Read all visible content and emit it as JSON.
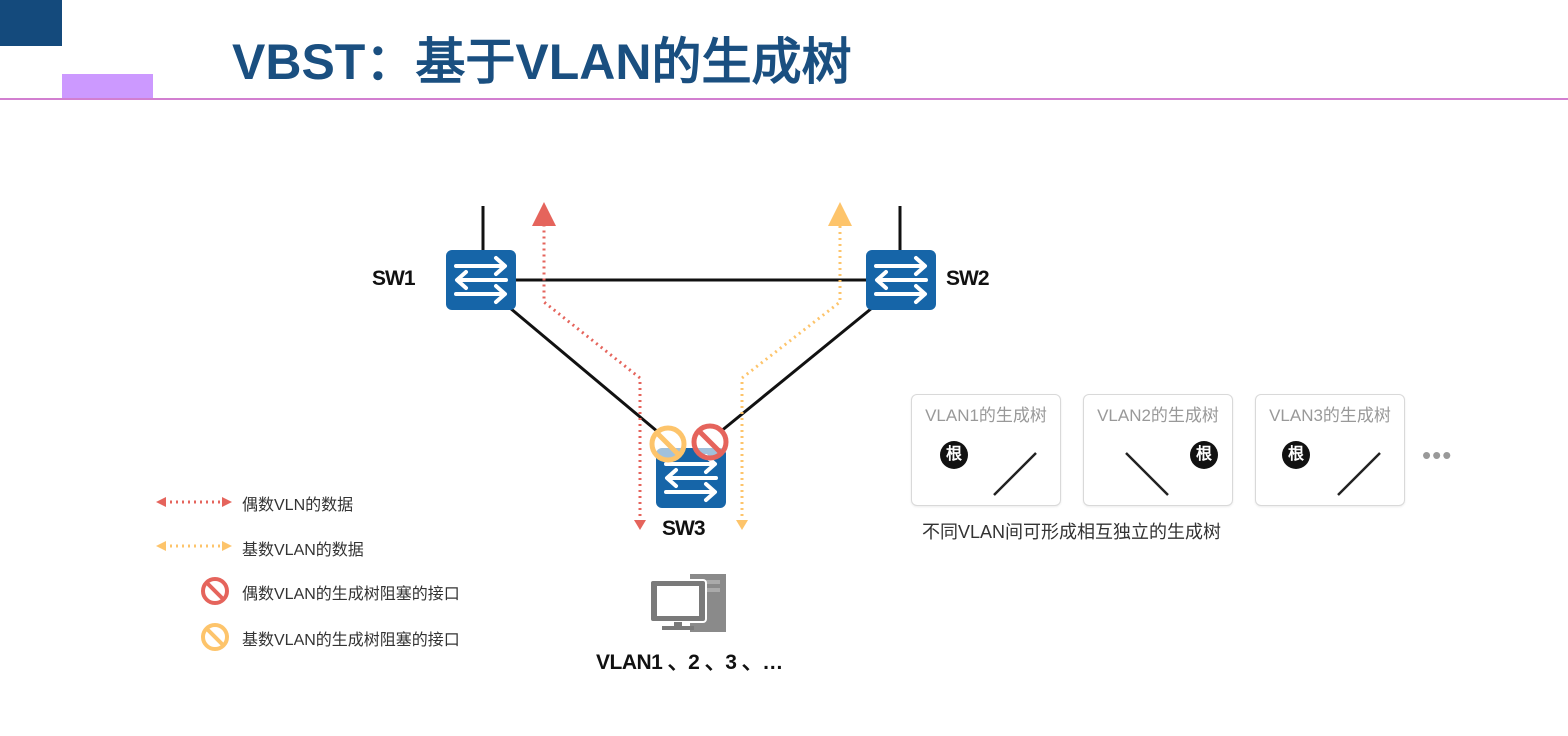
{
  "title": "VBST：基于VLAN的生成树",
  "colors": {
    "title": "#1a4f80",
    "switch": "#1665a8",
    "even_vlan": "#e5645c",
    "odd_vlan": "#fdc46b",
    "accent_block": "#cc99ff",
    "rule": "#d27fd0"
  },
  "topology": {
    "switches": [
      {
        "id": "SW1",
        "label": "SW1"
      },
      {
        "id": "SW2",
        "label": "SW2"
      },
      {
        "id": "SW3",
        "label": "SW3"
      }
    ],
    "links": [
      {
        "from": "SW1",
        "to": "SW2"
      },
      {
        "from": "SW1",
        "to": "SW3"
      },
      {
        "from": "SW2",
        "to": "SW3"
      },
      {
        "from": "SW1",
        "to": "uplink"
      },
      {
        "from": "SW2",
        "to": "uplink"
      }
    ],
    "blocked_ports": [
      {
        "switch": "SW3",
        "side": "left",
        "vlan_type": "odd"
      },
      {
        "switch": "SW3",
        "side": "right",
        "vlan_type": "even"
      }
    ],
    "host_label": "VLAN1 、2 、3 、…"
  },
  "legend": [
    {
      "icon": "dotted-double-arrow-red",
      "label": "偶数VLN的数据"
    },
    {
      "icon": "dotted-double-arrow-yellow",
      "label": "基数VLAN的数据"
    },
    {
      "icon": "blocked-red-icon",
      "label": "偶数VLAN的生成树阻塞的接口"
    },
    {
      "icon": "blocked-yellow-icon",
      "label": "基数VLAN的生成树阻塞的接口"
    }
  ],
  "trees": [
    {
      "title": "VLAN1的生成树",
      "root_label": "根",
      "root_side": "left"
    },
    {
      "title": "VLAN2的生成树",
      "root_label": "根",
      "root_side": "right"
    },
    {
      "title": "VLAN3的生成树",
      "root_label": "根",
      "root_side": "left"
    }
  ],
  "more_label": "•••",
  "caption": "不同VLAN间可形成相互独立的生成树"
}
